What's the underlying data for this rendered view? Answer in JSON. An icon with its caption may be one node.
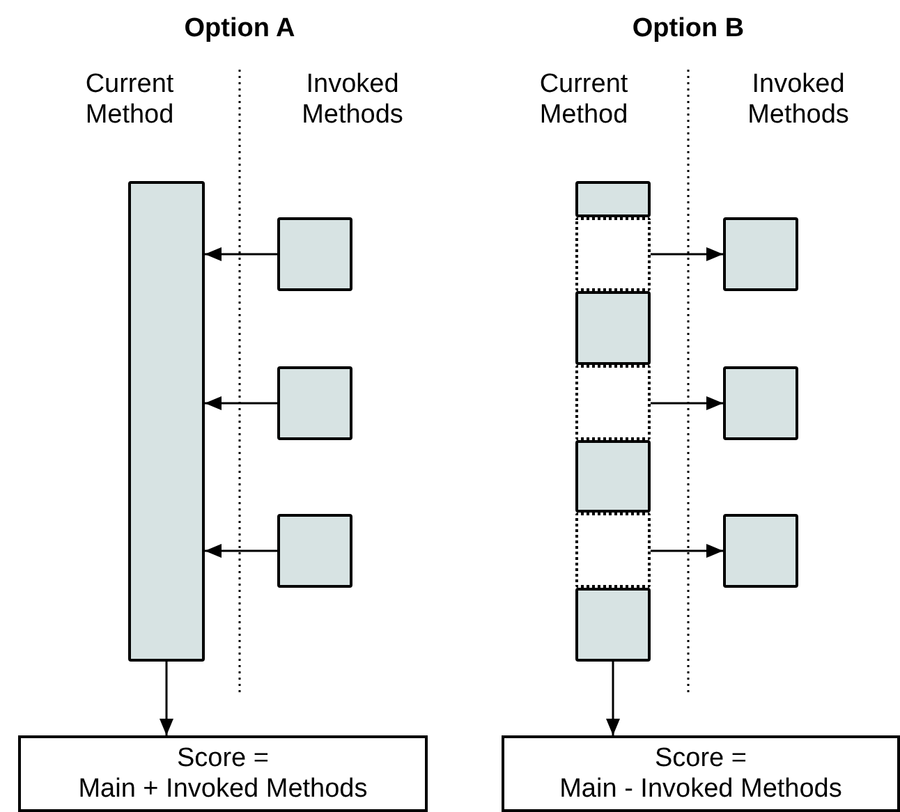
{
  "diagram": {
    "nodes": [
      {
        "text": [],
        "shape": "box"
      },
      {
        "text": [],
        "shape": "box"
      },
      {
        "text": [],
        "shape": "box"
      },
      {
        "text": [],
        "shape": "box"
      },
      {
        "text": [
          "Score =",
          "Main + Invoked Methods"
        ]
      },
      {
        "text": [],
        "shape": "box"
      },
      {
        "text": [],
        "shape": "box"
      },
      {
        "text": [],
        "shape": "box"
      },
      {
        "text": [],
        "shape": "box"
      },
      {
        "text": [],
        "shape": "box"
      },
      {
        "text": [],
        "shape": "box"
      },
      {
        "text": [],
        "shape": "box"
      },
      {
        "text": [],
        "shape": "box"
      },
      {
        "text": [],
        "shape": "box"
      },
      {
        "text": [],
        "shape": "box"
      },
      {
        "text": [
          "Score =",
          "Main - Invoked Methods"
        ]
      }
    ],
    "edges": [
      {
        "from": 1,
        "to": 0,
        "arrow": "to"
      },
      {
        "from": 2,
        "to": 0,
        "arrow": "to"
      },
      {
        "from": 3,
        "to": 0,
        "arrow": "to"
      },
      {
        "from": 0,
        "to": 4,
        "arrow": "to"
      },
      {
        "from": 6,
        "to": 12,
        "arrow": "to"
      },
      {
        "from": 8,
        "to": 13,
        "arrow": "to"
      },
      {
        "from": 10,
        "to": 14,
        "arrow": "to"
      },
      {
        "from": 11,
        "to": 15,
        "arrow": "to"
      }
    ],
    "labels": [
      "Option A",
      "Current Method",
      "Invoked Methods",
      "Option B",
      "Current Method",
      "Invoked Methods"
    ]
  }
}
